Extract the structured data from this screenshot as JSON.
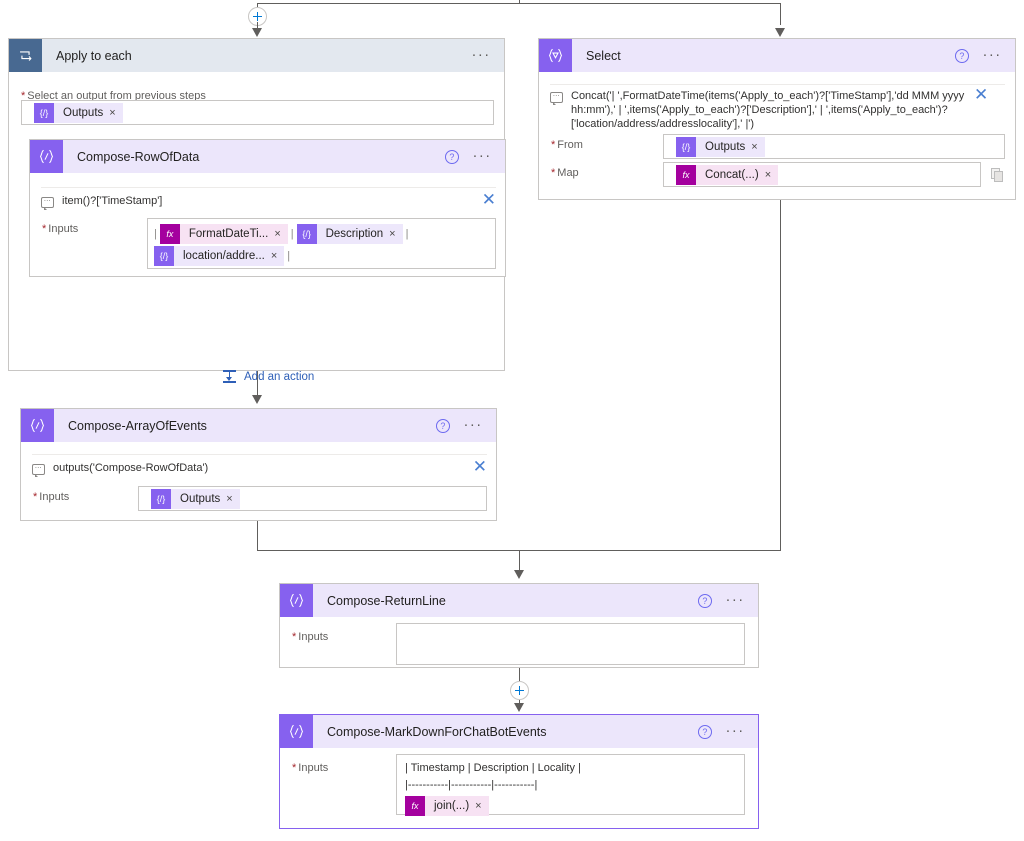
{
  "diagram": {
    "title": "Power Automate flow designer canvas",
    "colors": {
      "loop_icon_bg": "#486991",
      "action_icon_bg": "#8661EF",
      "function_icon_bg": "#A4009E",
      "header_tint_compose": "#ECE6FB",
      "header_tint_loop": "#E3E8EF",
      "token_pill_bg": "#EDE7FB",
      "function_pill_bg": "#F7E2F3",
      "connector": "#605E5C",
      "link_blue": "#2E5FB7",
      "required_star": "#A4262C",
      "selected_border": "#8661EF"
    }
  },
  "nodes": {
    "apply_to_each": {
      "title": "Apply to each",
      "icon": "loop-icon",
      "menu_label": "...",
      "output_field": {
        "label": "Select an output from previous steps",
        "required": true,
        "token": {
          "text": "Outputs",
          "icon": "expression-icon",
          "remove": "×"
        }
      },
      "child": {
        "title": "Compose-RowOfData",
        "icon": "compose-icon",
        "help_label": "?",
        "menu_label": "...",
        "expression": "item()?['TimeStamp']",
        "close": "✕",
        "inputs_label": "Inputs",
        "inputs_required": true,
        "tokens": [
          {
            "text": "FormatDateTi...",
            "kind": "function",
            "icon": "fx-icon",
            "remove": "×",
            "prefix": "|",
            "suffix": "|"
          },
          {
            "text": "Description",
            "kind": "dynamic",
            "icon": "expression-icon",
            "remove": "×",
            "prefix": "",
            "suffix": "|"
          },
          {
            "text": "location/addre...",
            "kind": "dynamic",
            "icon": "expression-icon",
            "remove": "×",
            "prefix": "",
            "suffix": "|"
          }
        ]
      },
      "add_action": {
        "label": "Add an action",
        "icon": "insert-action-icon"
      }
    },
    "select": {
      "title": "Select",
      "icon": "select-icon",
      "help_label": "?",
      "menu_label": "...",
      "expression": "Concat('| ',FormatDateTime(items('Apply_to_each')?['TimeStamp'],'dd MMM yyyy hh:mm'),' | ',items('Apply_to_each')?['Description'],' | ',items('Apply_to_each')?['location/address/addresslocality'],' |')",
      "close": "✕",
      "from": {
        "label": "From",
        "required": true,
        "token": {
          "text": "Outputs",
          "kind": "dynamic",
          "icon": "expression-icon",
          "remove": "×"
        }
      },
      "map": {
        "label": "Map",
        "required": true,
        "token": {
          "text": "Concat(...)",
          "kind": "function",
          "icon": "fx-icon",
          "remove": "×"
        },
        "copy_icon": "copy-icon"
      }
    },
    "compose_array": {
      "title": "Compose-ArrayOfEvents",
      "icon": "compose-icon",
      "help_label": "?",
      "menu_label": "...",
      "expression": "outputs('Compose-RowOfData')",
      "close": "✕",
      "inputs_label": "Inputs",
      "inputs_required": true,
      "token": {
        "text": "Outputs",
        "kind": "dynamic",
        "icon": "expression-icon",
        "remove": "×"
      }
    },
    "compose_returnline": {
      "title": "Compose-ReturnLine",
      "icon": "compose-icon",
      "help_label": "?",
      "menu_label": "...",
      "inputs_label": "Inputs",
      "inputs_required": true,
      "inputs_value": ""
    },
    "compose_markdown": {
      "title": "Compose-MarkDownForChatBotEvents",
      "icon": "compose-icon",
      "help_label": "?",
      "menu_label": "...",
      "inputs_label": "Inputs",
      "inputs_required": true,
      "line1": "| Timestamp | Description | Locality |",
      "line2": "|-----------|-----------|-----------|",
      "token": {
        "text": "join(...)",
        "kind": "function",
        "icon": "fx-icon",
        "remove": "×"
      }
    }
  }
}
